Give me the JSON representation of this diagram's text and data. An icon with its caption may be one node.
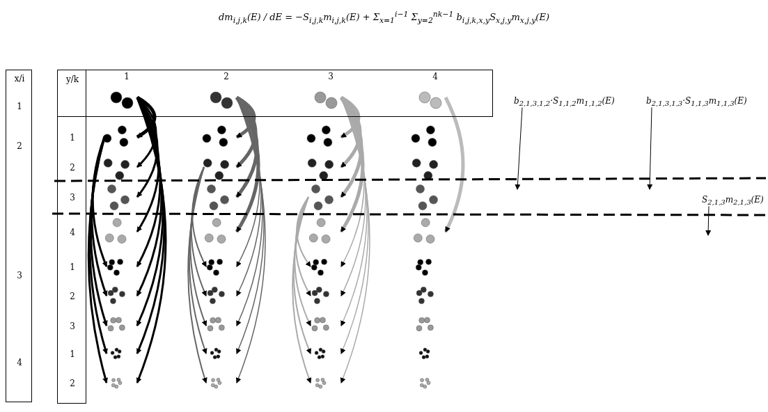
{
  "diagram": {
    "title": "dm$_{i,j,k}$(E) / dE = −S$_{i,j,k}$m$_{i,j,k}$(E) + Σ$_{x=1}$$^{i−1}$ Σ$_{y=2}$$^{nk−1}$ b$_{i,j,k,x,y}$S$_{x,j,y}$m$_{x,j,y}$(E)",
    "nodes": [
      {
        "text": [
          "x/i",
          "1",
          "2",
          "3",
          "4"
        ]
      },
      {
        "text": [
          "y/k",
          "1",
          "2",
          "3",
          "4",
          "1",
          "2",
          "3",
          "1",
          "2"
        ]
      },
      {
        "text": [
          "1",
          "2",
          "3",
          "4"
        ]
      },
      {
        "text": [
          "b$_{2,1,3,1,2}$·S$_{1,1,2}$m$_{1,1,2}$(E)"
        ]
      },
      {
        "text": [
          "b$_{2,1,3,1,3}$·S$_{1,1,3}$m$_{1,1,3}$(E)"
        ]
      },
      {
        "text": [
          "S$_{2,1,3}$m$_{2,1,3}$(E)"
        ]
      }
    ],
    "edges": [
      {
        "from": 3,
        "to": null,
        "arrow": "to"
      },
      {
        "from": 4,
        "to": null,
        "arrow": "to"
      },
      {
        "from": 5,
        "to": null,
        "arrow": "to"
      }
    ]
  }
}
